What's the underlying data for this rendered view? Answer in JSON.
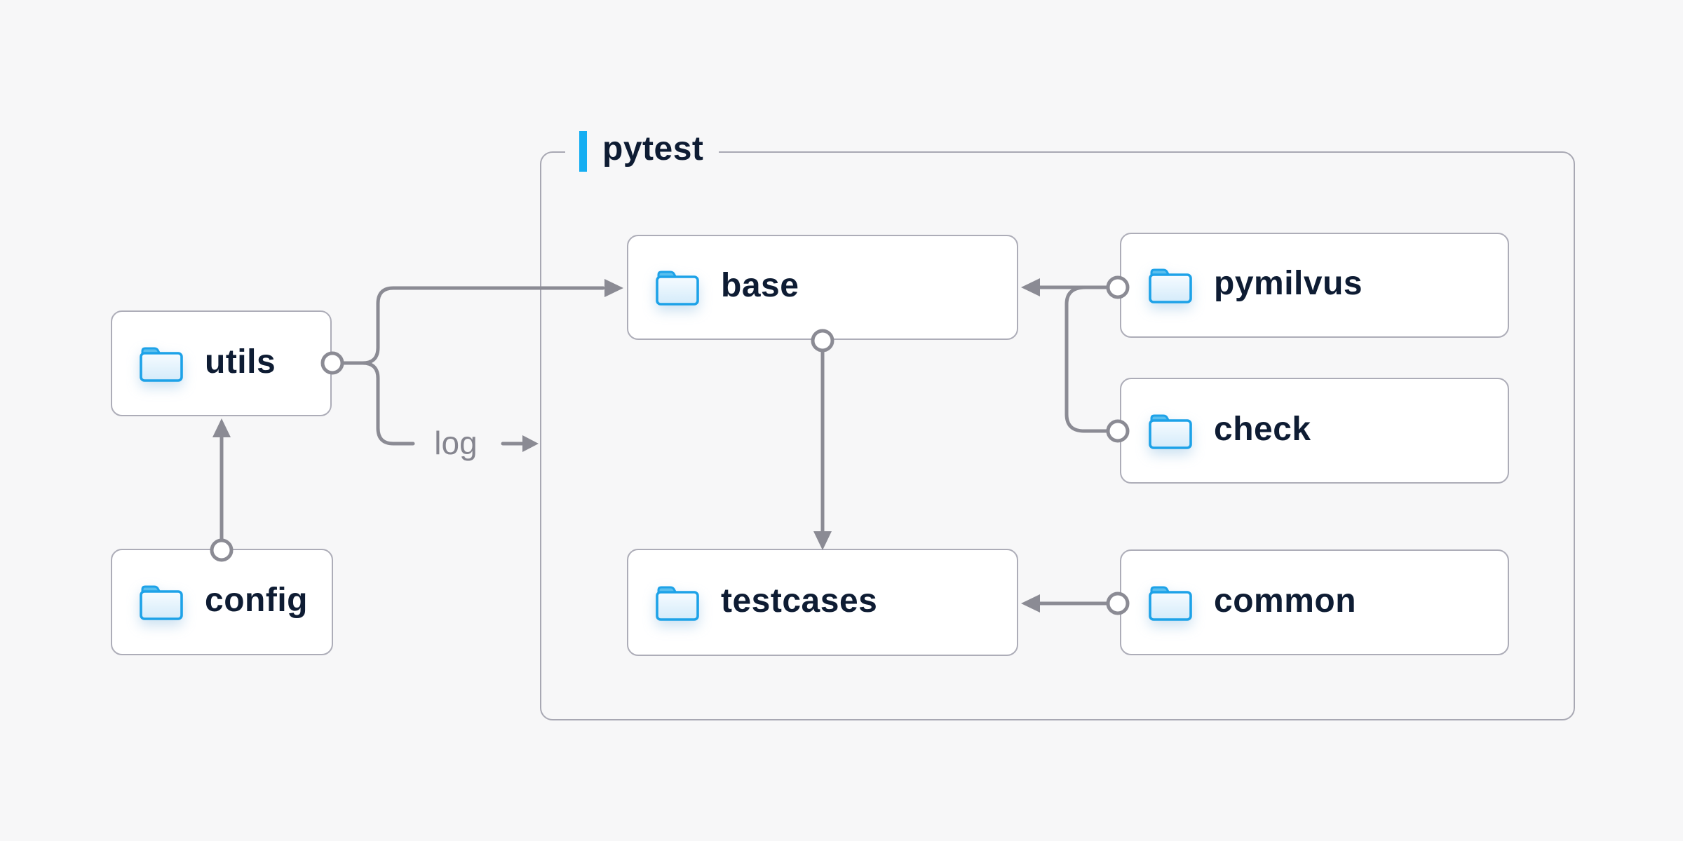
{
  "diagram": {
    "group": {
      "title": "pytest"
    },
    "log_label": "log",
    "nodes": {
      "utils": {
        "label": "utils"
      },
      "config": {
        "label": "config"
      },
      "base": {
        "label": "base"
      },
      "pymilvus": {
        "label": "pymilvus"
      },
      "check": {
        "label": "check"
      },
      "testcases": {
        "label": "testcases"
      },
      "common": {
        "label": "common"
      }
    },
    "edges": [
      {
        "from": "config",
        "to": "utils"
      },
      {
        "from": "utils",
        "to": "base"
      },
      {
        "from": "utils",
        "to": "log"
      },
      {
        "from": "pymilvus",
        "to": "base"
      },
      {
        "from": "check",
        "to": "base"
      },
      {
        "from": "base",
        "to": "testcases"
      },
      {
        "from": "common",
        "to": "testcases"
      }
    ],
    "colors": {
      "background": "#f7f7f8",
      "accent_blue": "#15aef2",
      "folder_blue": "#1da2e8",
      "text_navy": "#0e1c33",
      "line_gray": "#8b8b94",
      "box_border_gray": "#adadb8"
    }
  }
}
